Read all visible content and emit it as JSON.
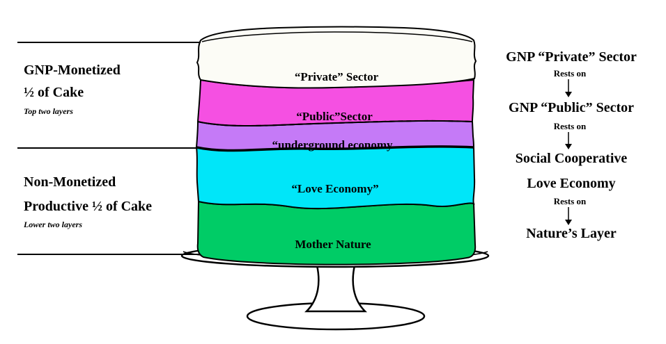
{
  "colors": {
    "private": "#fcfcf6",
    "public": "#f550e2",
    "underground": "#c57af7",
    "love": "#00e6f9",
    "nature": "#00cc66",
    "outline": "#000000"
  },
  "left": {
    "monetized_title_1": "GNP-Monetized",
    "monetized_title_2": "½ of Cake",
    "monetized_note": "Top two layers",
    "non_monetized_title_1": "Non-Monetized",
    "non_monetized_title_2": "Productive ½ of Cake",
    "non_monetized_note": "Lower two layers"
  },
  "layers": {
    "private": "“Private” Sector",
    "public": "“Public”Sector",
    "underground": "“underground  economy",
    "love": "“Love Economy”",
    "nature": "Mother  Nature"
  },
  "right": {
    "step1": "GNP “Private” Sector",
    "rests1": "Rests on",
    "step2": "GNP “Public” Sector",
    "rests2": "Rests on",
    "step3_line1": "Social Cooperative",
    "step3_line2": "Love Economy",
    "rests3": "Rests on",
    "step4": "Nature’s Layer"
  }
}
